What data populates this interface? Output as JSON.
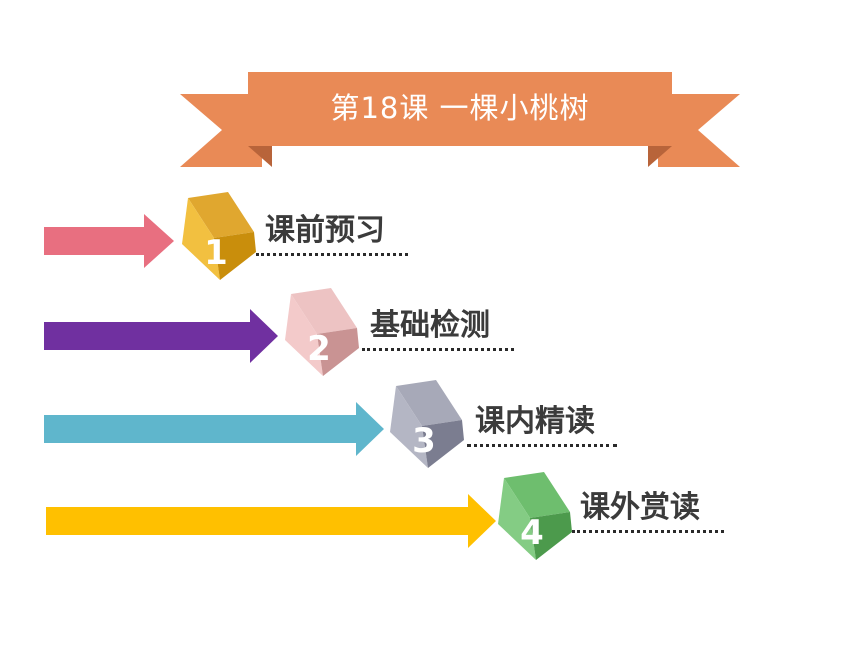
{
  "title": "第18课  一棵小桃树",
  "colors": {
    "ribbon": "#E98A56",
    "ribbon_fold": "#B8643A",
    "text": "#3B3B3B"
  },
  "items": [
    {
      "number": "1",
      "label": "课前预习",
      "color": "#E86F80",
      "cube_top": "#E0A72F",
      "cube_left": "#F2C040",
      "cube_right": "#C98E0C"
    },
    {
      "number": "2",
      "label": "基础检测",
      "color": "#7030A0",
      "cube_top": "#EDC3C3",
      "cube_left": "#F3CACA",
      "cube_right": "#C99393"
    },
    {
      "number": "3",
      "label": "课内精读",
      "color": "#5FB6CC",
      "cube_top": "#A7A9B8",
      "cube_left": "#B4B6C4",
      "cube_right": "#7B7D90"
    },
    {
      "number": "4",
      "label": "课外赏读",
      "color": "#FFC000",
      "cube_top": "#6EBE6E",
      "cube_left": "#84CC84",
      "cube_right": "#4C9A4C"
    }
  ]
}
